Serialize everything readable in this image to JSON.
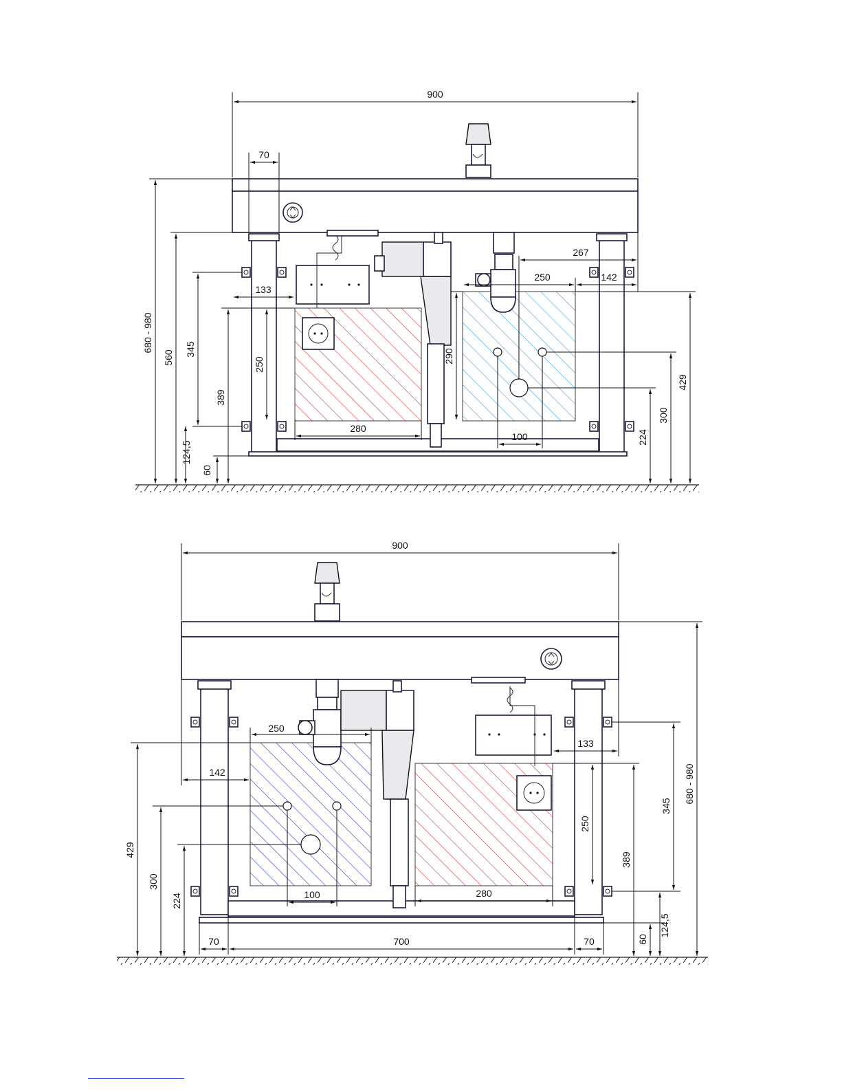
{
  "colors": {
    "electric_zone": "#e03030",
    "water_zone_top": "#3aa0e0",
    "water_zone_bottom": "#2a38c8",
    "outline": "#1b1b3a"
  },
  "top_view": {
    "dims": {
      "width": "900",
      "leg_gap": "70",
      "height_range": "680 - 980",
      "height_560": "560",
      "height_345": "345",
      "socket_offset": "133",
      "zone_height_389": "389",
      "zone_250_v": "250",
      "mount_124": "124,5",
      "base_60": "60",
      "zone_280": "280",
      "zone_290": "290",
      "drain_267": "267",
      "zone_250_h": "250",
      "offset_142": "142",
      "holes_100": "100",
      "height_224": "224",
      "height_300": "300",
      "height_429": "429"
    }
  },
  "bottom_view": {
    "dims": {
      "width": "900",
      "zone_250_h": "250",
      "offset_142": "142",
      "socket_offset": "133",
      "height_429": "429",
      "height_300": "300",
      "height_224": "224",
      "holes_100": "100",
      "zone_280": "280",
      "zone_250_v": "250",
      "zone_height_389": "389",
      "height_345": "345",
      "height_range": "680 - 980",
      "mount_124": "124,5",
      "base_60": "60",
      "leg_left_70": "70",
      "span_700": "700",
      "leg_right_70": "70"
    }
  }
}
